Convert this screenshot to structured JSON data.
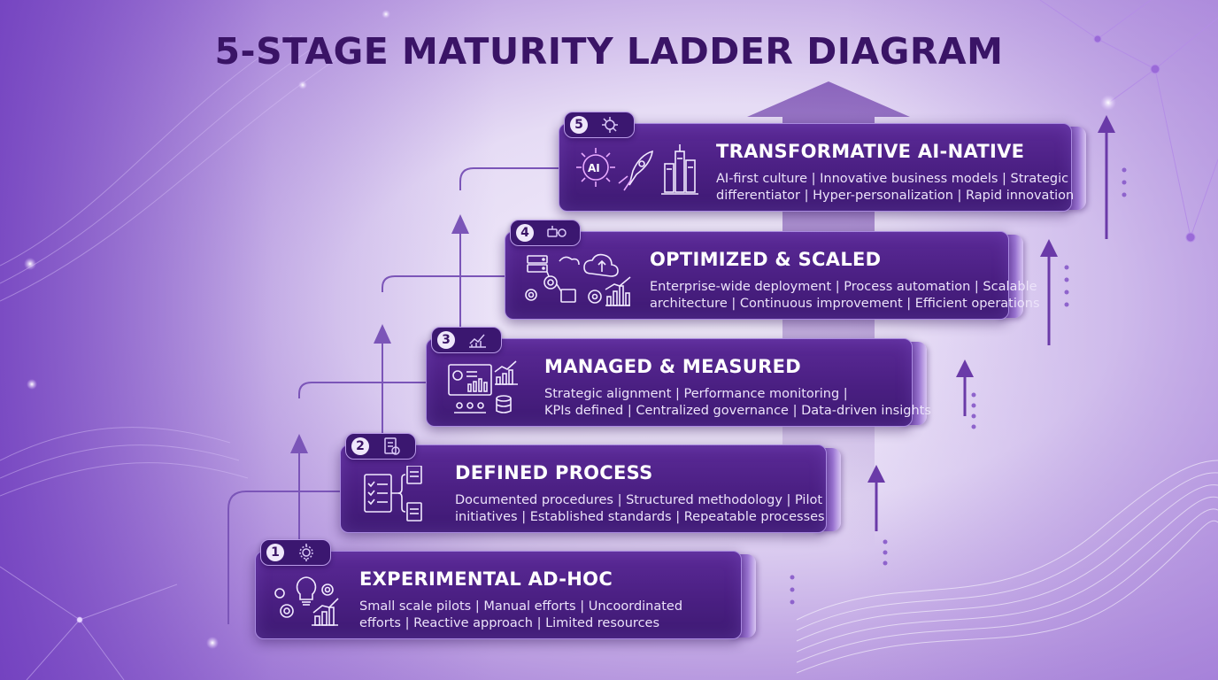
{
  "title": "5-STAGE MATURITY LADDER DIAGRAM",
  "colors": {
    "title": "#3a1466",
    "card": "#4a1f82",
    "card_border": "#a98ae0",
    "accent": "#8a5ccc"
  },
  "stages": [
    {
      "number": "1",
      "name": "EXPERIMENTAL AD-HOC",
      "description_lines": [
        "Small scale pilots | Manual efforts | Uncoordinated",
        "efforts | Reactive approach | Limited resources"
      ],
      "badge_icon": "gear-network-icon",
      "illustration_icons": [
        "lightbulb-icon",
        "gears-icon",
        "bar-chart-icon"
      ]
    },
    {
      "number": "2",
      "name": "DEFINED PROCESS",
      "description_lines": [
        "Documented procedures | Structured methodology | Pilot",
        "initiatives | Established standards | Repeatable processes"
      ],
      "badge_icon": "document-check-icon",
      "illustration_icons": [
        "checklist-icon",
        "process-branch-icon"
      ]
    },
    {
      "number": "3",
      "name": "MANAGED & MEASURED",
      "description_lines": [
        "Strategic alignment | Performance monitoring |",
        "KPIs defined | Centralized governance | Data-driven insights"
      ],
      "badge_icon": "line-chart-icon",
      "illustration_icons": [
        "dashboard-icon",
        "trend-chart-icon",
        "database-icon"
      ]
    },
    {
      "number": "4",
      "name": "OPTIMIZED & SCALED",
      "description_lines": [
        "Enterprise-wide deployment | Process automation | Scalable",
        "architecture | Continuous improvement | Efficient operations"
      ],
      "badge_icon": "automation-icon",
      "illustration_icons": [
        "server-gear-icon",
        "cloud-icon",
        "growth-chart-icon"
      ]
    },
    {
      "number": "5",
      "name": "TRANSFORMATIVE AI-NATIVE",
      "description_lines": [
        "AI-first culture | Innovative business models | Strategic",
        "differentiator | Hyper-personalization | Rapid innovation"
      ],
      "badge_icon": "ai-brain-icon",
      "illustration_icons": [
        "ai-chip-icon",
        "rocket-icon",
        "city-icon"
      ]
    }
  ]
}
